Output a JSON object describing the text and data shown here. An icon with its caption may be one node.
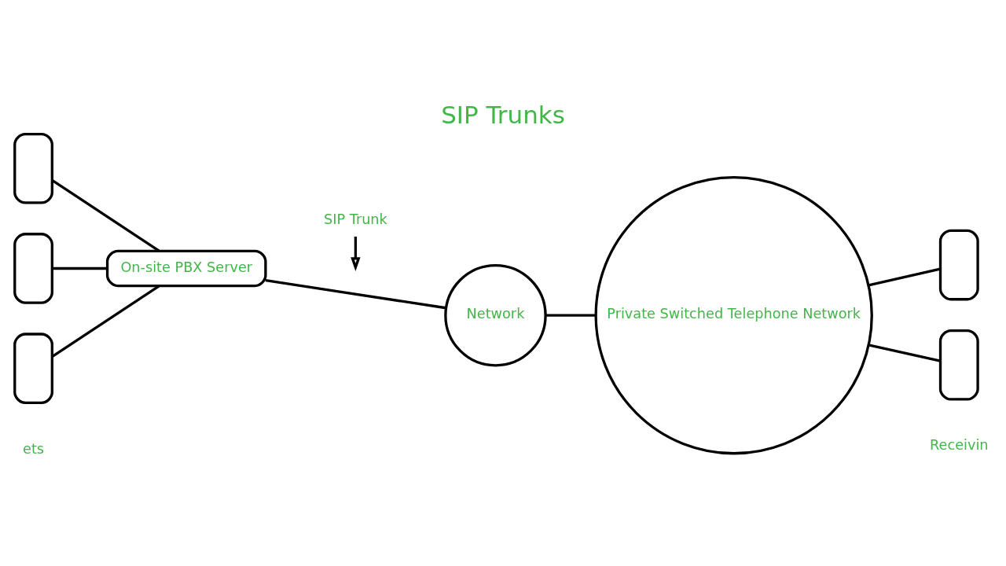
{
  "diagram": {
    "title": "SIP Trunks",
    "nodes": [
      {
        "text": [],
        "shape": "phone"
      },
      {
        "text": [],
        "shape": "phone"
      },
      {
        "text": [],
        "shape": "phone"
      },
      {
        "text": [
          "On-site PBX Server"
        ]
      },
      {
        "text": [
          "SIP Trunk"
        ]
      },
      {
        "text": [
          "Network"
        ]
      },
      {
        "text": [
          "Private Switched Telephone Network"
        ]
      },
      {
        "text": [],
        "shape": "phone"
      },
      {
        "text": [],
        "shape": "phone"
      }
    ],
    "edges": [
      {
        "from": 0,
        "to": 3,
        "arrow": "none"
      },
      {
        "from": 1,
        "to": 3,
        "arrow": "none"
      },
      {
        "from": 2,
        "to": 3,
        "arrow": "none"
      },
      {
        "from": 3,
        "to": 5,
        "arrow": "none"
      },
      {
        "from": 4,
        "to": null,
        "arrow": "to"
      },
      {
        "from": 5,
        "to": 6,
        "arrow": "none"
      },
      {
        "from": 6,
        "to": 7,
        "arrow": "none"
      },
      {
        "from": 6,
        "to": 8,
        "arrow": "none"
      }
    ],
    "labels": [
      "ets",
      "Receivin"
    ]
  }
}
